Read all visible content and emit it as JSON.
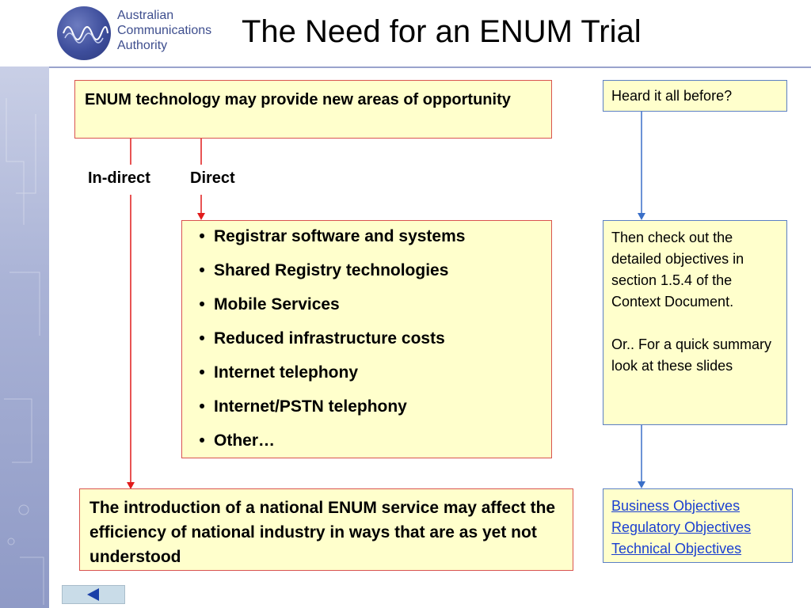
{
  "header": {
    "logo_lines": [
      "Australian",
      "Communications",
      "Authority"
    ],
    "title": "The Need for an ENUM Trial"
  },
  "diagram": {
    "top_box": "ENUM technology may provide new areas of opportunity",
    "indirect_label": "In-direct",
    "direct_label": "Direct",
    "direct_items": [
      "Registrar software and systems",
      "Shared Registry technologies",
      "Mobile Services",
      "Reduced infrastructure costs",
      "Internet telephony",
      "Internet/PSTN telephony",
      "Other…"
    ],
    "bullet": "•",
    "bottom_box": "The introduction of a national ENUM service may affect the efficiency of national industry in ways that are as yet not understood"
  },
  "sidebar": {
    "heard": "Heard it all before?",
    "check_para1": "Then check out the detailed objectives in section 1.5.4 of the Context Document.",
    "check_para2": "Or.. For a quick summary look at these slides",
    "links": [
      "Business Objectives",
      "Regulatory Objectives",
      "Technical Objectives"
    ]
  },
  "colors": {
    "box_fill": "#ffffcc",
    "red_border": "#d9534f",
    "blue_border": "#5b7fc4",
    "link": "#1a3fd1"
  },
  "icons": {
    "logo": "acma-globe-logo",
    "back": "back-arrow-icon"
  }
}
